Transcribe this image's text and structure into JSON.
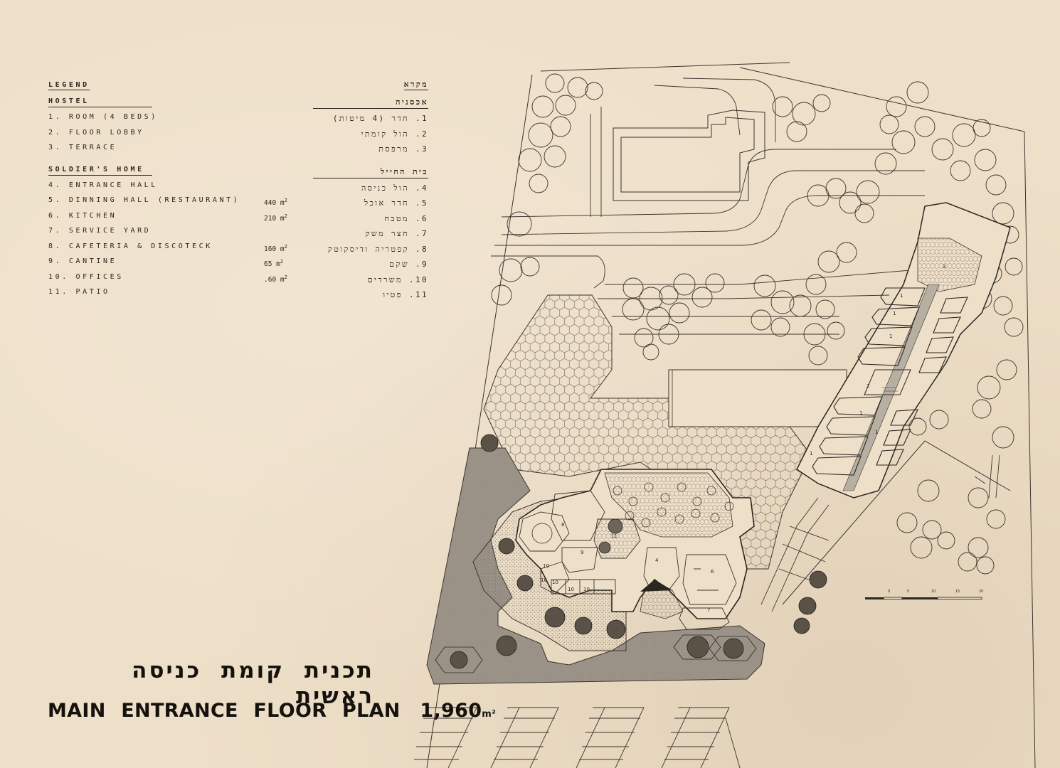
{
  "legend": {
    "title_en": "LEGEND",
    "title_he": "מקרא",
    "sections": [
      {
        "name_en": "HOSTEL",
        "name_he": "אכסניה",
        "items": [
          {
            "en": "1. ROOM (4 BEDS)",
            "he": "1. חדר (4 מיטות)",
            "area": ""
          },
          {
            "en": "2. FLOOR LOBBY",
            "he": "2. הול קומתי",
            "area": ""
          },
          {
            "en": "3. TERRACE",
            "he": "3. מרפסת",
            "area": ""
          }
        ]
      },
      {
        "name_en": "SOLDIER'S HOME",
        "name_he": "בית החייל",
        "items": [
          {
            "en": "4. ENTRANCE HALL",
            "he": "4. הול כניסה",
            "area": ""
          },
          {
            "en": "5. DINNING HALL (RESTAURANT)",
            "he": "5. חדר אוכל",
            "area": "440 m",
            "unit_sup": "2"
          },
          {
            "en": "6. KITCHEN",
            "he": "6. מטבח",
            "area": "210 m",
            "unit_sup": "2"
          },
          {
            "en": "7. SERVICE YARD",
            "he": "7. חצר משק",
            "area": ""
          },
          {
            "en": "8. CAFETERIA & DISCOTECK",
            "he": "8. קפטריה ודיסקוטק",
            "area": "160 m",
            "unit_sup": "2"
          },
          {
            "en": "9. CANTINE",
            "he": "9. שקם",
            "area": "65 m",
            "unit_sup": "2"
          },
          {
            "en": "10. OFFICES",
            "he": "10. משרדים",
            "area": ".60 m",
            "unit_sup": "2"
          },
          {
            "en": "11. PATIO",
            "he": "11. פטיו",
            "area": ""
          }
        ]
      }
    ]
  },
  "title": {
    "he": "תכנית קומת כניסה ראשית",
    "en": "MAIN ENTRANCE FLOOR PLAN",
    "area_value": "1,960",
    "area_unit": "m²"
  },
  "plan_labels": [
    "1",
    "2",
    "3",
    "4",
    "6",
    "7",
    "8",
    "9",
    "10",
    "11"
  ],
  "scale_bar": [
    "0",
    "5",
    "10",
    "15",
    "20"
  ]
}
